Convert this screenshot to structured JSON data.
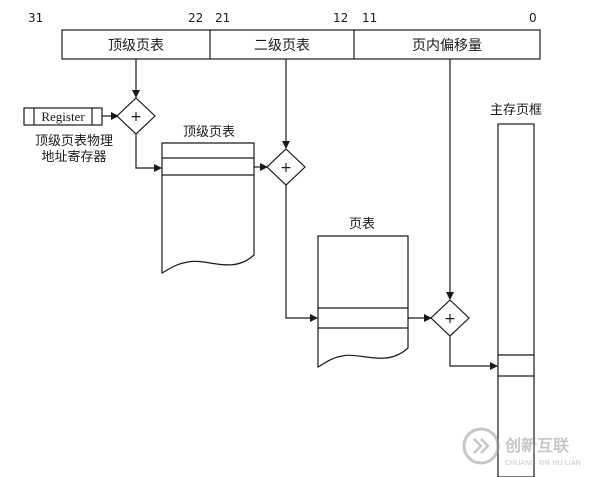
{
  "address": {
    "bit_labels": [
      "31",
      "22",
      "21",
      "12",
      "11",
      "0"
    ],
    "fields": [
      "顶级页表",
      "二级页表",
      "页内偏移量"
    ]
  },
  "register": {
    "label": "Register",
    "caption_line1": "顶级页表物理",
    "caption_line2": "地址寄存器"
  },
  "adder_symbol": "+",
  "tables": {
    "top_level": "顶级页表",
    "second_level": "页表",
    "main_memory": "主存页框"
  },
  "watermark": {
    "brand": "创新互联",
    "sub": "CHUANG XIN HU LIAN"
  },
  "colors": {
    "line": "#1a1a1a",
    "background": "#ffffff",
    "watermark": "#9a9a9a"
  }
}
